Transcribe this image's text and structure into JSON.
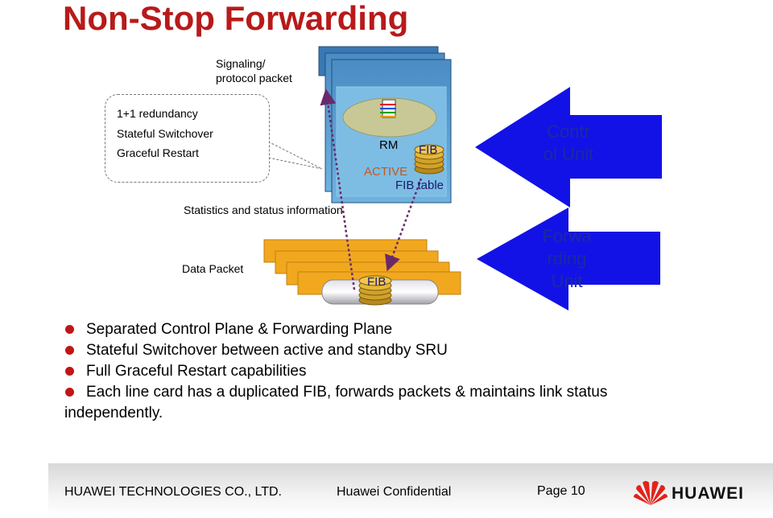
{
  "title": "Non-Stop Forwarding",
  "diagram": {
    "signaling_label_1": "Signaling/",
    "signaling_label_2": "protocol packet",
    "callout_lines": [
      "1+1 redundancy",
      "Stateful Switchover",
      "Graceful Restart"
    ],
    "stats_label": "Statistics and status information",
    "data_packet_label": "Data Packet",
    "rm_label": "RM",
    "active_label": "ACTIVE",
    "fib_label": "FIB",
    "fib_table_label": "FIB table",
    "lower_fib_label": "FIB",
    "control_unit_1": "Contr",
    "control_unit_2": "ol Unit",
    "forwarding_unit_1": "Forwa",
    "forwarding_unit_2": "rding",
    "forwarding_unit_3": "Unit"
  },
  "bullets": [
    "Separated Control Plane & Forwarding Plane",
    "Stateful Switchover between active and standby SRU",
    "Full Graceful Restart capabilities",
    "Each line card has a duplicated FIB, forwards packets & maintains  link status"
  ],
  "bullet_continuation": "independently.",
  "footer": {
    "company": "HUAWEI TECHNOLOGIES CO., LTD.",
    "confidential": "Huawei Confidential",
    "page": "Page 10",
    "logo_text": "HUAWEI"
  },
  "colors": {
    "title": "#b81a1a",
    "arrow_blue": "#1212e6",
    "board_blue": "#5fa0d0",
    "card_orange": "#f0a020",
    "bullet_red": "#c21515"
  }
}
